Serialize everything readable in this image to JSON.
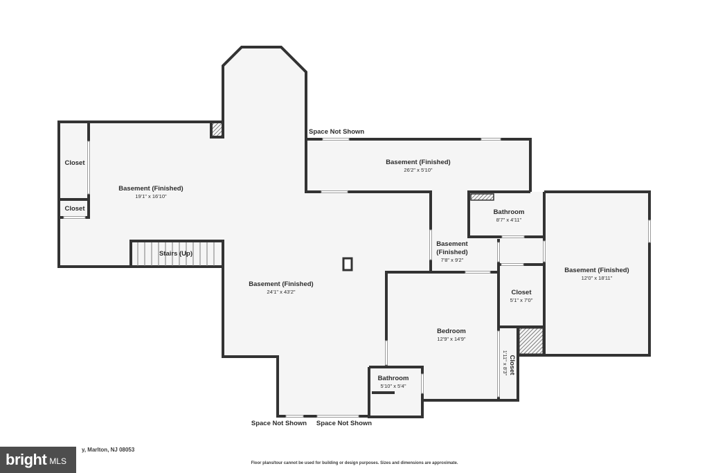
{
  "rooms": [
    {
      "name": "Closet",
      "dim": ""
    },
    {
      "name": "Closet",
      "dim": ""
    },
    {
      "name": "Basement (Finished)",
      "dim": "19'1\" x 16'10\""
    },
    {
      "name": "Stairs (Up)",
      "dim": ""
    },
    {
      "name": "Basement (Finished)",
      "dim": "24'1\" x 43'2\""
    },
    {
      "name": "Basement (Finished)",
      "dim": "26'2\" x 5'10\""
    },
    {
      "name": "Basement",
      "name2": "(Finished)",
      "dim": "7'8\" x 9'2\""
    },
    {
      "name": "Bathroom",
      "dim": "8'7\" x 4'11\""
    },
    {
      "name": "Basement (Finished)",
      "dim": "12'0\" x 18'11\""
    },
    {
      "name": "Closet",
      "dim": "5'1\" x 7'0\""
    },
    {
      "name": "Bedroom",
      "dim": "12'9\" x 14'9\""
    },
    {
      "name": "Closet",
      "dim": "1'11\" x 8'3\""
    },
    {
      "name": "Bathroom",
      "dim": "5'10\" x 5'4\""
    }
  ],
  "notes": {
    "top": "Space Not Shown",
    "bottom_left": "Space Not Shown",
    "bottom_right": "Space Not Shown"
  },
  "footer": {
    "address": "y, Marlton, NJ 08053",
    "disclaimer": "Floor plans/tour cannot be used for building or design purposes. Sizes and dimensions are approximate."
  },
  "logo": {
    "main": "bright",
    "sub": "MLS"
  },
  "colors": {
    "wall": "#333333",
    "floor": "#f5f5f5",
    "logo_bg": "#4d4d4d"
  }
}
